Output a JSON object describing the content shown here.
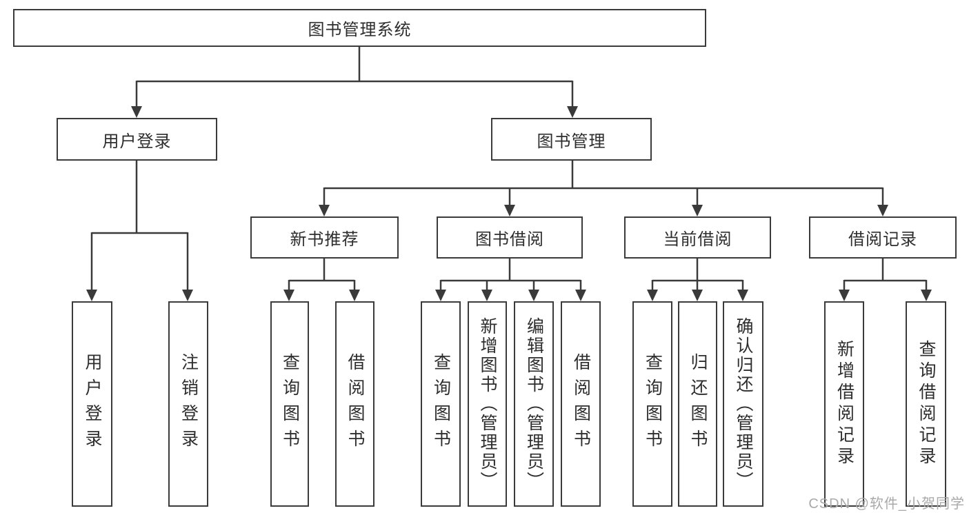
{
  "diagram": {
    "root": {
      "label": "图书管理系统"
    },
    "branches": [
      {
        "label": "用户登录",
        "children": [
          {
            "label": "用户登录"
          },
          {
            "label": "注销登录"
          }
        ]
      },
      {
        "label": "图书管理",
        "children": [
          {
            "label": "新书推荐",
            "children": [
              {
                "label": "查询图书"
              },
              {
                "label": "借阅图书"
              }
            ]
          },
          {
            "label": "图书借阅",
            "children": [
              {
                "label": "查询图书"
              },
              {
                "label": "新增图书（管理员）"
              },
              {
                "label": "编辑图书（管理员）"
              },
              {
                "label": "借阅图书"
              }
            ]
          },
          {
            "label": "当前借阅",
            "children": [
              {
                "label": "查询图书"
              },
              {
                "label": "归还图书"
              },
              {
                "label": "确认归还（管理员）"
              }
            ]
          },
          {
            "label": "借阅记录",
            "children": [
              {
                "label": "新增借阅记录"
              },
              {
                "label": "查询借阅记录"
              }
            ]
          }
        ]
      }
    ]
  },
  "watermark": "CSDN @软件_小贺同学",
  "colors": {
    "line": "#3a3a3a",
    "text": "#2d2d2d",
    "watermark": "#a9a9a9",
    "background": "#ffffff"
  }
}
